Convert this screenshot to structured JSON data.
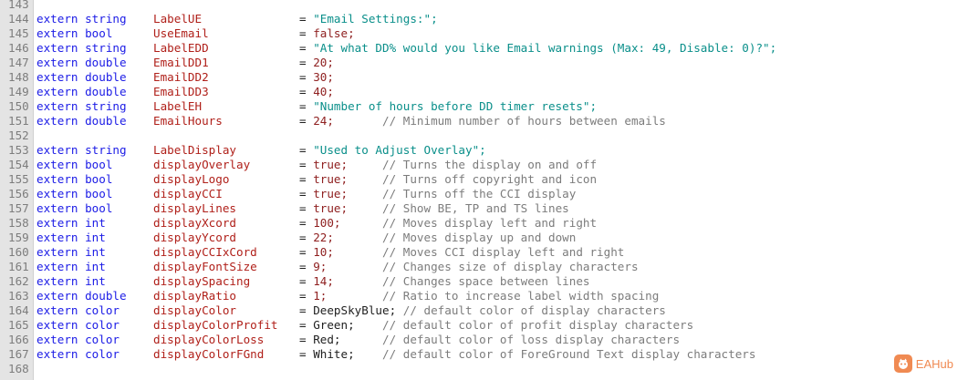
{
  "watermark": {
    "text": "EAHub"
  },
  "colors": {
    "keyword": "#1b1be6",
    "identifier": "#b0201a",
    "string": "#0a8f8a",
    "number": "#8f2020",
    "comment": "#7c7c7c",
    "line_number": "#7d7d7d",
    "gutter_bg": "#e4e4e4"
  },
  "lines": [
    {
      "n": "143",
      "kw": "",
      "name": "",
      "eq": "",
      "value": "",
      "vtype": "",
      "comment": ""
    },
    {
      "n": "144",
      "kw": "extern string",
      "name": "LabelUE",
      "eq": "=",
      "value": "\"Email Settings:\";",
      "vtype": "str",
      "comment": ""
    },
    {
      "n": "145",
      "kw": "extern bool",
      "name": "UseEmail",
      "eq": "=",
      "value": "false;",
      "vtype": "bool",
      "comment": ""
    },
    {
      "n": "146",
      "kw": "extern string",
      "name": "LabelEDD",
      "eq": "=",
      "value": "\"At what DD% would you like Email warnings (Max: 49, Disable: 0)?\";",
      "vtype": "str",
      "comment": ""
    },
    {
      "n": "147",
      "kw": "extern double",
      "name": "EmailDD1",
      "eq": "=",
      "value": "20;",
      "vtype": "num",
      "comment": ""
    },
    {
      "n": "148",
      "kw": "extern double",
      "name": "EmailDD2",
      "eq": "=",
      "value": "30;",
      "vtype": "num",
      "comment": ""
    },
    {
      "n": "149",
      "kw": "extern double",
      "name": "EmailDD3",
      "eq": "=",
      "value": "40;",
      "vtype": "num",
      "comment": ""
    },
    {
      "n": "150",
      "kw": "extern string",
      "name": "LabelEH",
      "eq": "=",
      "value": "\"Number of hours before DD timer resets\";",
      "vtype": "str",
      "comment": ""
    },
    {
      "n": "151",
      "kw": "extern double",
      "name": "EmailHours",
      "eq": "=",
      "value": "24;       ",
      "vtype": "num",
      "comment": "// Minimum number of hours between emails"
    },
    {
      "n": "152",
      "kw": "",
      "name": "",
      "eq": "",
      "value": "",
      "vtype": "",
      "comment": ""
    },
    {
      "n": "153",
      "kw": "extern string",
      "name": "LabelDisplay",
      "eq": "=",
      "value": "\"Used to Adjust Overlay\";",
      "vtype": "str",
      "comment": ""
    },
    {
      "n": "154",
      "kw": "extern bool",
      "name": "displayOverlay",
      "eq": "=",
      "value": "true;     ",
      "vtype": "bool",
      "comment": "// Turns the display on and off"
    },
    {
      "n": "155",
      "kw": "extern bool",
      "name": "displayLogo",
      "eq": "=",
      "value": "true;     ",
      "vtype": "bool",
      "comment": "// Turns off copyright and icon"
    },
    {
      "n": "156",
      "kw": "extern bool",
      "name": "displayCCI",
      "eq": "=",
      "value": "true;     ",
      "vtype": "bool",
      "comment": "// Turns off the CCI display"
    },
    {
      "n": "157",
      "kw": "extern bool",
      "name": "displayLines",
      "eq": "=",
      "value": "true;     ",
      "vtype": "bool",
      "comment": "// Show BE, TP and TS lines"
    },
    {
      "n": "158",
      "kw": "extern int",
      "name": "displayXcord",
      "eq": "=",
      "value": "100;      ",
      "vtype": "num",
      "comment": "// Moves display left and right"
    },
    {
      "n": "159",
      "kw": "extern int",
      "name": "displayYcord",
      "eq": "=",
      "value": "22;       ",
      "vtype": "num",
      "comment": "// Moves display up and down"
    },
    {
      "n": "160",
      "kw": "extern int",
      "name": "displayCCIxCord",
      "eq": "=",
      "value": "10;       ",
      "vtype": "num",
      "comment": "// Moves CCI display left and right"
    },
    {
      "n": "161",
      "kw": "extern int",
      "name": "displayFontSize",
      "eq": "=",
      "value": "9;        ",
      "vtype": "num",
      "comment": "// Changes size of display characters"
    },
    {
      "n": "162",
      "kw": "extern int",
      "name": "displaySpacing",
      "eq": "=",
      "value": "14;       ",
      "vtype": "num",
      "comment": "// Changes space between lines"
    },
    {
      "n": "163",
      "kw": "extern double",
      "name": "displayRatio",
      "eq": "=",
      "value": "1;        ",
      "vtype": "num",
      "comment": "// Ratio to increase label width spacing"
    },
    {
      "n": "164",
      "kw": "extern color",
      "name": "displayColor",
      "eq": "=",
      "value": "DeepSkyBlue; ",
      "vtype": "op",
      "comment": "// default color of display characters"
    },
    {
      "n": "165",
      "kw": "extern color",
      "name": "displayColorProfit",
      "eq": "=",
      "value": "Green;    ",
      "vtype": "op",
      "comment": "// default color of profit display characters"
    },
    {
      "n": "166",
      "kw": "extern color",
      "name": "displayColorLoss",
      "eq": "=",
      "value": "Red;      ",
      "vtype": "op",
      "comment": "// default color of loss display characters"
    },
    {
      "n": "167",
      "kw": "extern color",
      "name": "displayColorFGnd",
      "eq": "=",
      "value": "White;    ",
      "vtype": "op",
      "comment": "// default color of ForeGround Text display characters"
    },
    {
      "n": "168",
      "kw": "",
      "name": "",
      "eq": "",
      "value": "",
      "vtype": "",
      "comment": ""
    }
  ]
}
